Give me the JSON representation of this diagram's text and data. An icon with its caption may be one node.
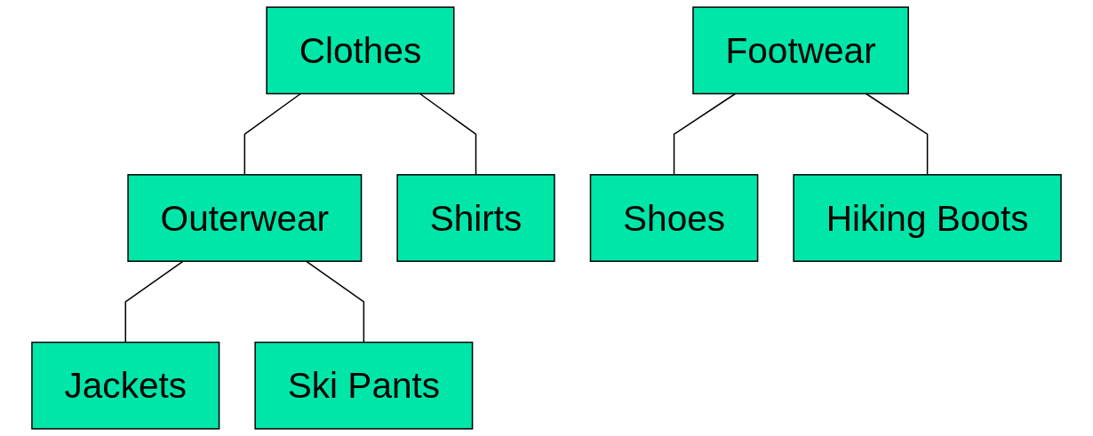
{
  "diagram": {
    "nodes": [
      {
        "text": [
          "Clothes"
        ]
      },
      {
        "text": [
          "Footwear"
        ]
      },
      {
        "text": [
          "Outerwear"
        ]
      },
      {
        "text": [
          "Shirts"
        ]
      },
      {
        "text": [
          "Shoes"
        ]
      },
      {
        "text": [
          "Hiking Boots"
        ]
      },
      {
        "text": [
          "Jackets"
        ]
      },
      {
        "text": [
          "Ski Pants"
        ]
      }
    ],
    "edges": [
      {
        "from": 0,
        "to": 2,
        "arrow": "none"
      },
      {
        "from": 0,
        "to": 3,
        "arrow": "none"
      },
      {
        "from": 1,
        "to": 4,
        "arrow": "none"
      },
      {
        "from": 1,
        "to": 5,
        "arrow": "none"
      },
      {
        "from": 2,
        "to": 6,
        "arrow": "none"
      },
      {
        "from": 2,
        "to": 7,
        "arrow": "none"
      }
    ]
  }
}
